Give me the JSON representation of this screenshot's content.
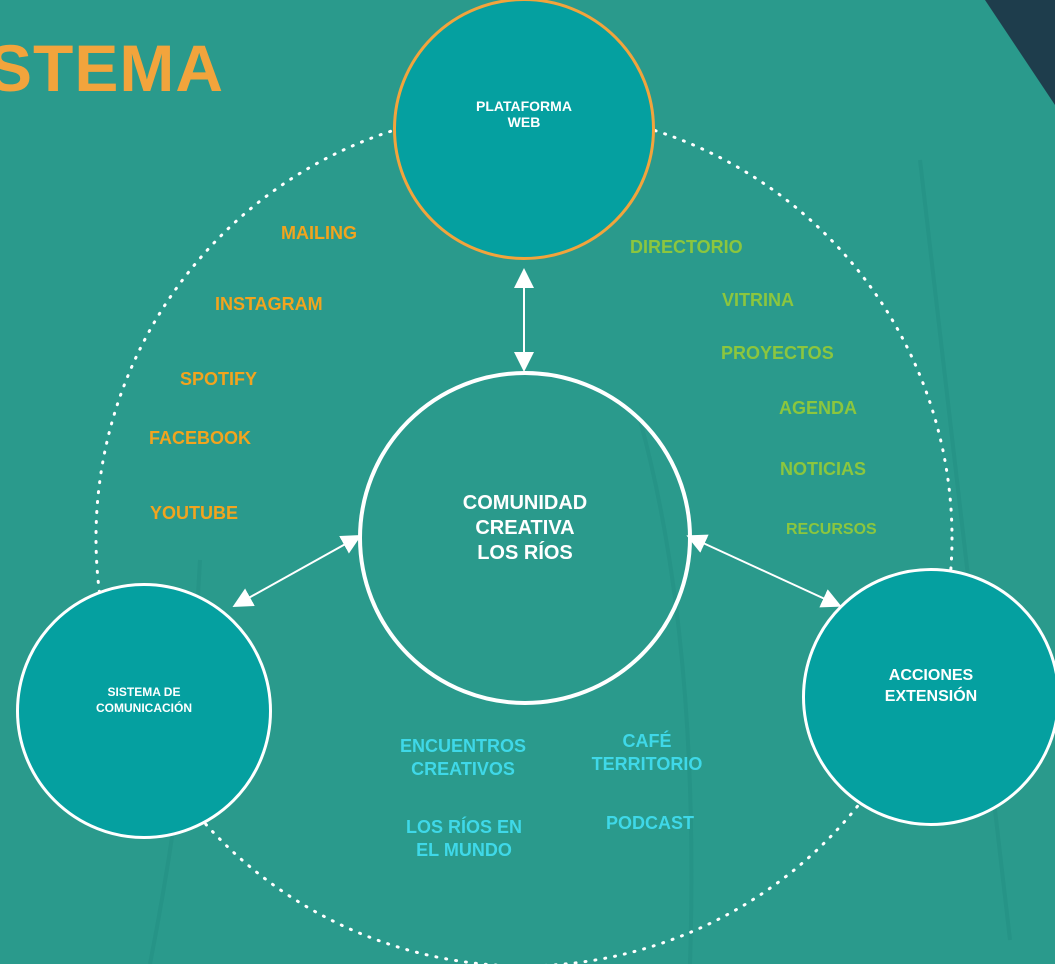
{
  "title": "STEMA",
  "colors": {
    "background": "#2a9a8c",
    "node_fill": "#05a0a0",
    "top_node_border": "#f2a43c",
    "title": "#f2a43c",
    "social": "#f2a41e",
    "platform": "#8cc63e",
    "actions": "#3fd8e8",
    "dark_corner": "#1e3d4c"
  },
  "nodes": {
    "top": "PLATAFORMA\nWEB",
    "center": "COMUNIDAD\nCREATIVA\nLOS RÍOS",
    "left": "SISTEMA DE\nCOMUNICACIÓN",
    "right": "ACCIONES\nEXTENSIÓN"
  },
  "social_channels": [
    "MAILING",
    "INSTAGRAM",
    "SPOTIFY",
    "FACEBOOK",
    "YOUTUBE"
  ],
  "web_sections": [
    "DIRECTORIO",
    "VITRINA",
    "PROYECTOS",
    "AGENDA",
    "NOTICIAS",
    "RECURSOS"
  ],
  "extension_actions": [
    "ENCUENTROS\nCREATIVOS",
    "CAFÉ\nTERRITORIO",
    "LOS RÍOS EN\nEL MUNDO",
    "PODCAST"
  ]
}
